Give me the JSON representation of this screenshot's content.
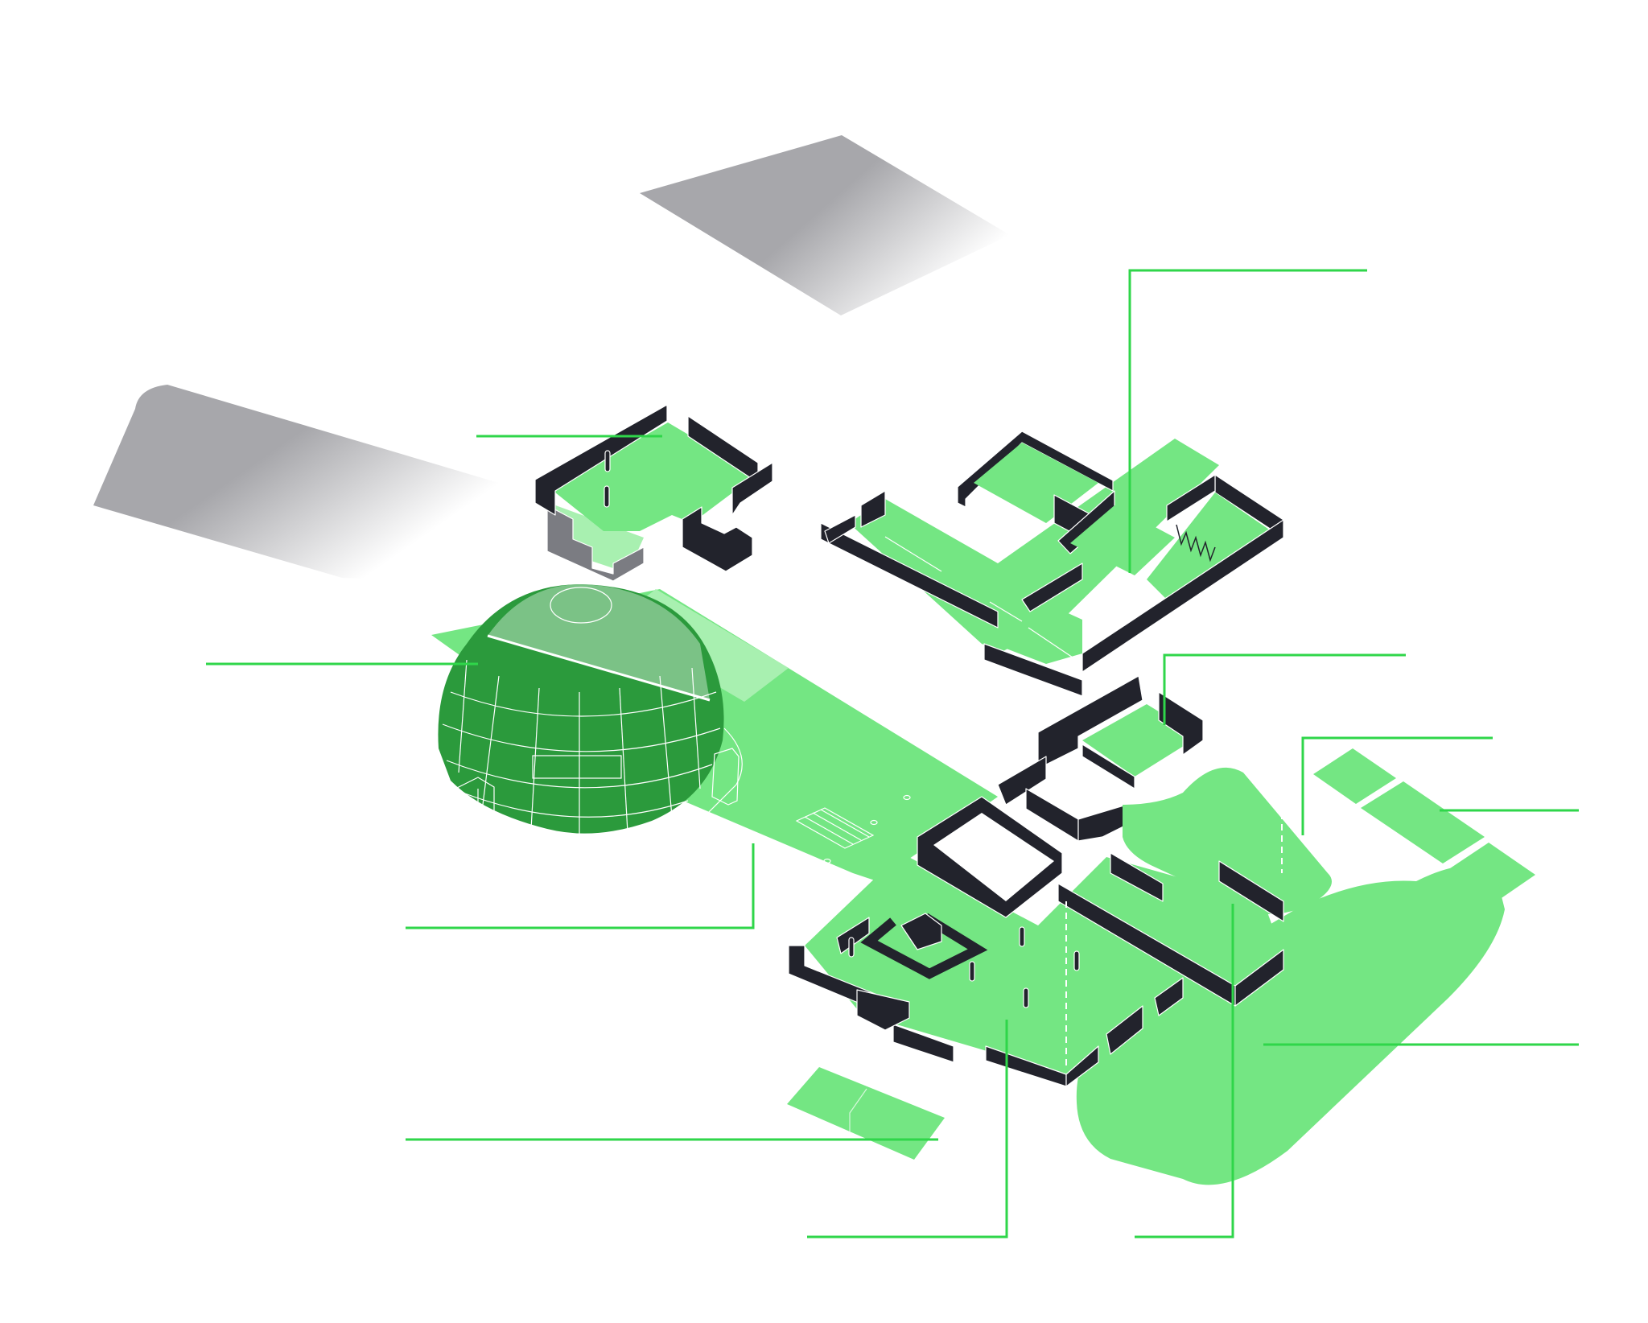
{
  "diagram": {
    "kind": "exploded axonometric site diagram",
    "labels_visible": false,
    "colors": {
      "background": "#ffffff",
      "floor_green": "#74e683",
      "floor_green_light": "#a8f0b0",
      "dome_green": "#2b9a3c",
      "dome_top_translucent": "#80c48a",
      "wall_dark": "#22232c",
      "wall_grey": "#7b7c82",
      "shadow_grey": "#a7a7ab",
      "leader_green": "#2fd64a",
      "edge_white": "#ffffff"
    },
    "callouts": [
      {
        "id": "callout-upper-right-building",
        "text": ""
      },
      {
        "id": "callout-upper-left-building",
        "text": ""
      },
      {
        "id": "callout-dome",
        "text": ""
      },
      {
        "id": "callout-plaza",
        "text": ""
      },
      {
        "id": "callout-lower-pad",
        "text": ""
      },
      {
        "id": "callout-main-building",
        "text": ""
      },
      {
        "id": "callout-east-wing",
        "text": ""
      },
      {
        "id": "callout-middle-building",
        "text": ""
      },
      {
        "id": "callout-garden-blob",
        "text": ""
      },
      {
        "id": "callout-path-pads",
        "text": ""
      },
      {
        "id": "callout-oval-lawn",
        "text": ""
      }
    ]
  }
}
